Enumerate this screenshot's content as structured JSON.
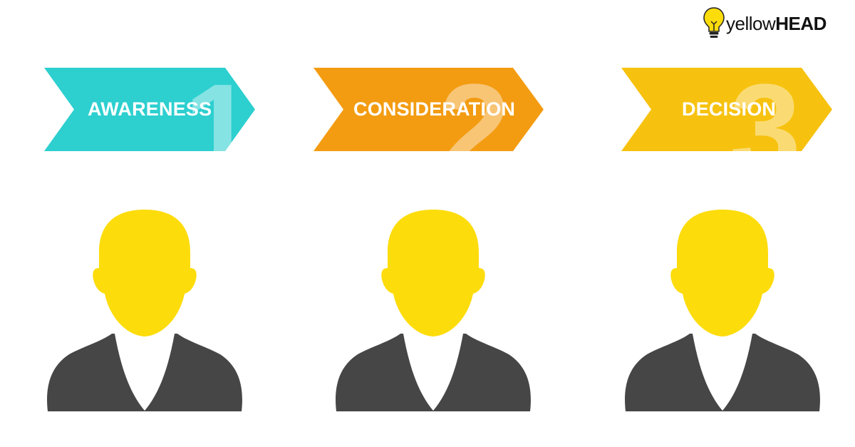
{
  "logo": {
    "text_light": "yellow",
    "text_bold": "HEAD"
  },
  "stages": [
    {
      "number": "1",
      "label": "AWARENESS",
      "color": "#2dcfcf"
    },
    {
      "number": "2",
      "label": "CONSIDERATION",
      "color": "#f39c12"
    },
    {
      "number": "3",
      "label": "DECISION",
      "color": "#f7c20f"
    }
  ],
  "colors": {
    "head": "#fddc0c",
    "body": "#464646",
    "bulb": "#fddc0c"
  },
  "icons": [
    "lightbulb-icon",
    "person-icon"
  ]
}
